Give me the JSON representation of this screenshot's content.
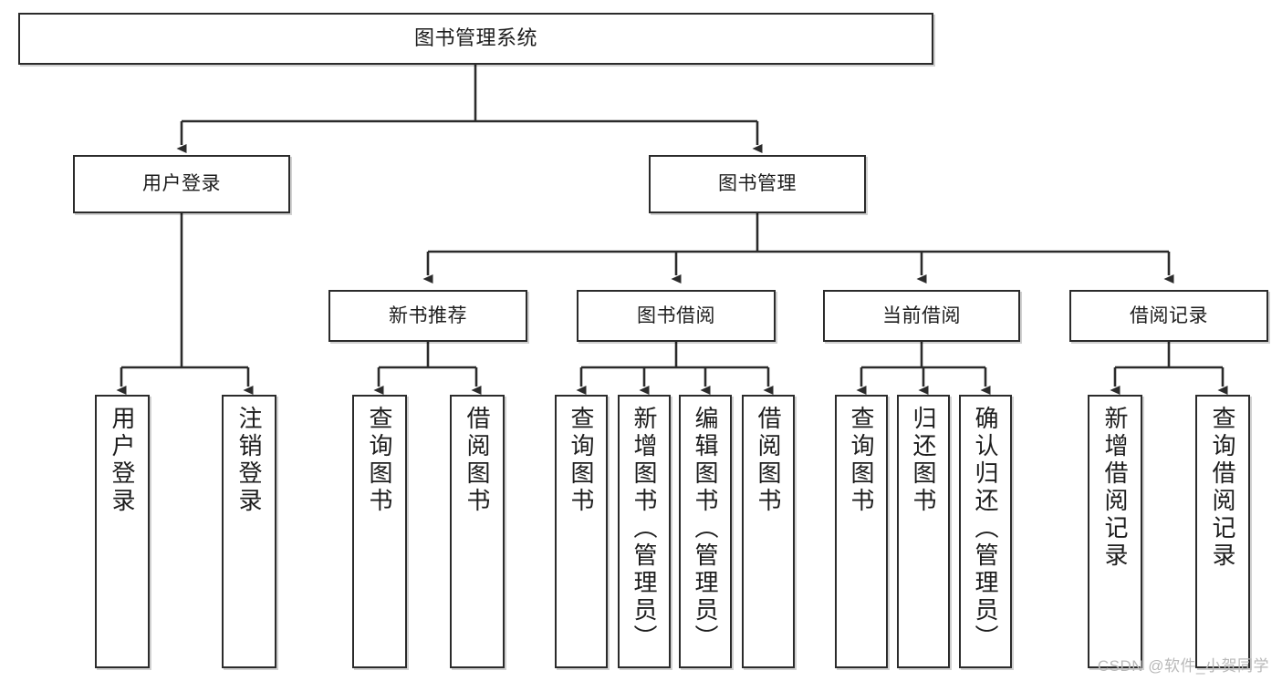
{
  "diagram": {
    "title": "图书管理系统",
    "type": "tree-hierarchy",
    "watermark": "CSDN @软件_小贺同学",
    "colors": {
      "box_border": "#2b2b2b",
      "box_fill": "#ffffff",
      "connector": "#2b2b2b",
      "text": "#1d1d1d",
      "watermark": "#b9b9b9"
    },
    "root": {
      "label": "图书管理系统"
    },
    "level2": [
      {
        "label": "用户登录"
      },
      {
        "label": "图书管理"
      }
    ],
    "level3": [
      {
        "label": "新书推荐"
      },
      {
        "label": "图书借阅"
      },
      {
        "label": "当前借阅"
      },
      {
        "label": "借阅记录"
      }
    ],
    "leaves": {
      "user_login": [
        {
          "label": "用户登录"
        },
        {
          "label": "注销登录"
        }
      ],
      "new_book_recommend": [
        {
          "label": "查询图书"
        },
        {
          "label": "借阅图书"
        }
      ],
      "book_borrow": [
        {
          "label": "查询图书"
        },
        {
          "label": "新增图书（管理员）"
        },
        {
          "label": "编辑图书（管理员）"
        },
        {
          "label": "借阅图书"
        }
      ],
      "current_borrow": [
        {
          "label": "查询图书"
        },
        {
          "label": "归还图书"
        },
        {
          "label": "确认归还（管理员）"
        }
      ],
      "borrow_record": [
        {
          "label": "新增借阅记录"
        },
        {
          "label": "查询借阅记录"
        }
      ]
    }
  }
}
